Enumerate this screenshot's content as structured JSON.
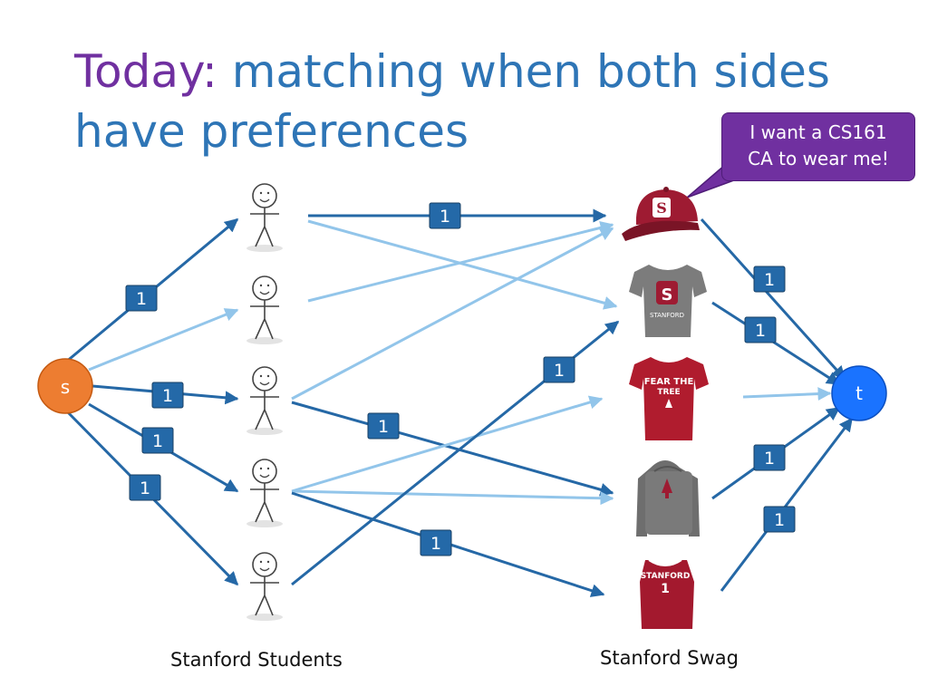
{
  "title": {
    "accent": "Today:",
    "rest_line1": " matching when both sides",
    "line2": "have preferences"
  },
  "callout": {
    "line1": "I want a CS161",
    "line2": "CA to wear me!"
  },
  "nodes": {
    "source": "s",
    "sink": "t"
  },
  "captions": {
    "students": "Stanford Students",
    "swag": "Stanford Swag"
  },
  "swag": {
    "shirt_logo": "S",
    "shirt_text": "STANFORD",
    "red_shirt_line1": "FEAR THE",
    "red_shirt_line2": "TREE",
    "jersey_text": "STANFORD",
    "jersey_number": "1"
  },
  "edge_labels": [
    "1",
    "1",
    "1",
    "1",
    "1",
    "1",
    "1",
    "1",
    "1",
    "1",
    "1",
    "1"
  ],
  "colors": {
    "title": "#2e75b6",
    "title_accent": "#7030a0",
    "edge_dark": "#2568a6",
    "edge_light": "#92c5ea",
    "source": "#ed7d31",
    "sink": "#1a73ff",
    "label": "#2469a8",
    "callout": "#7030a0"
  }
}
